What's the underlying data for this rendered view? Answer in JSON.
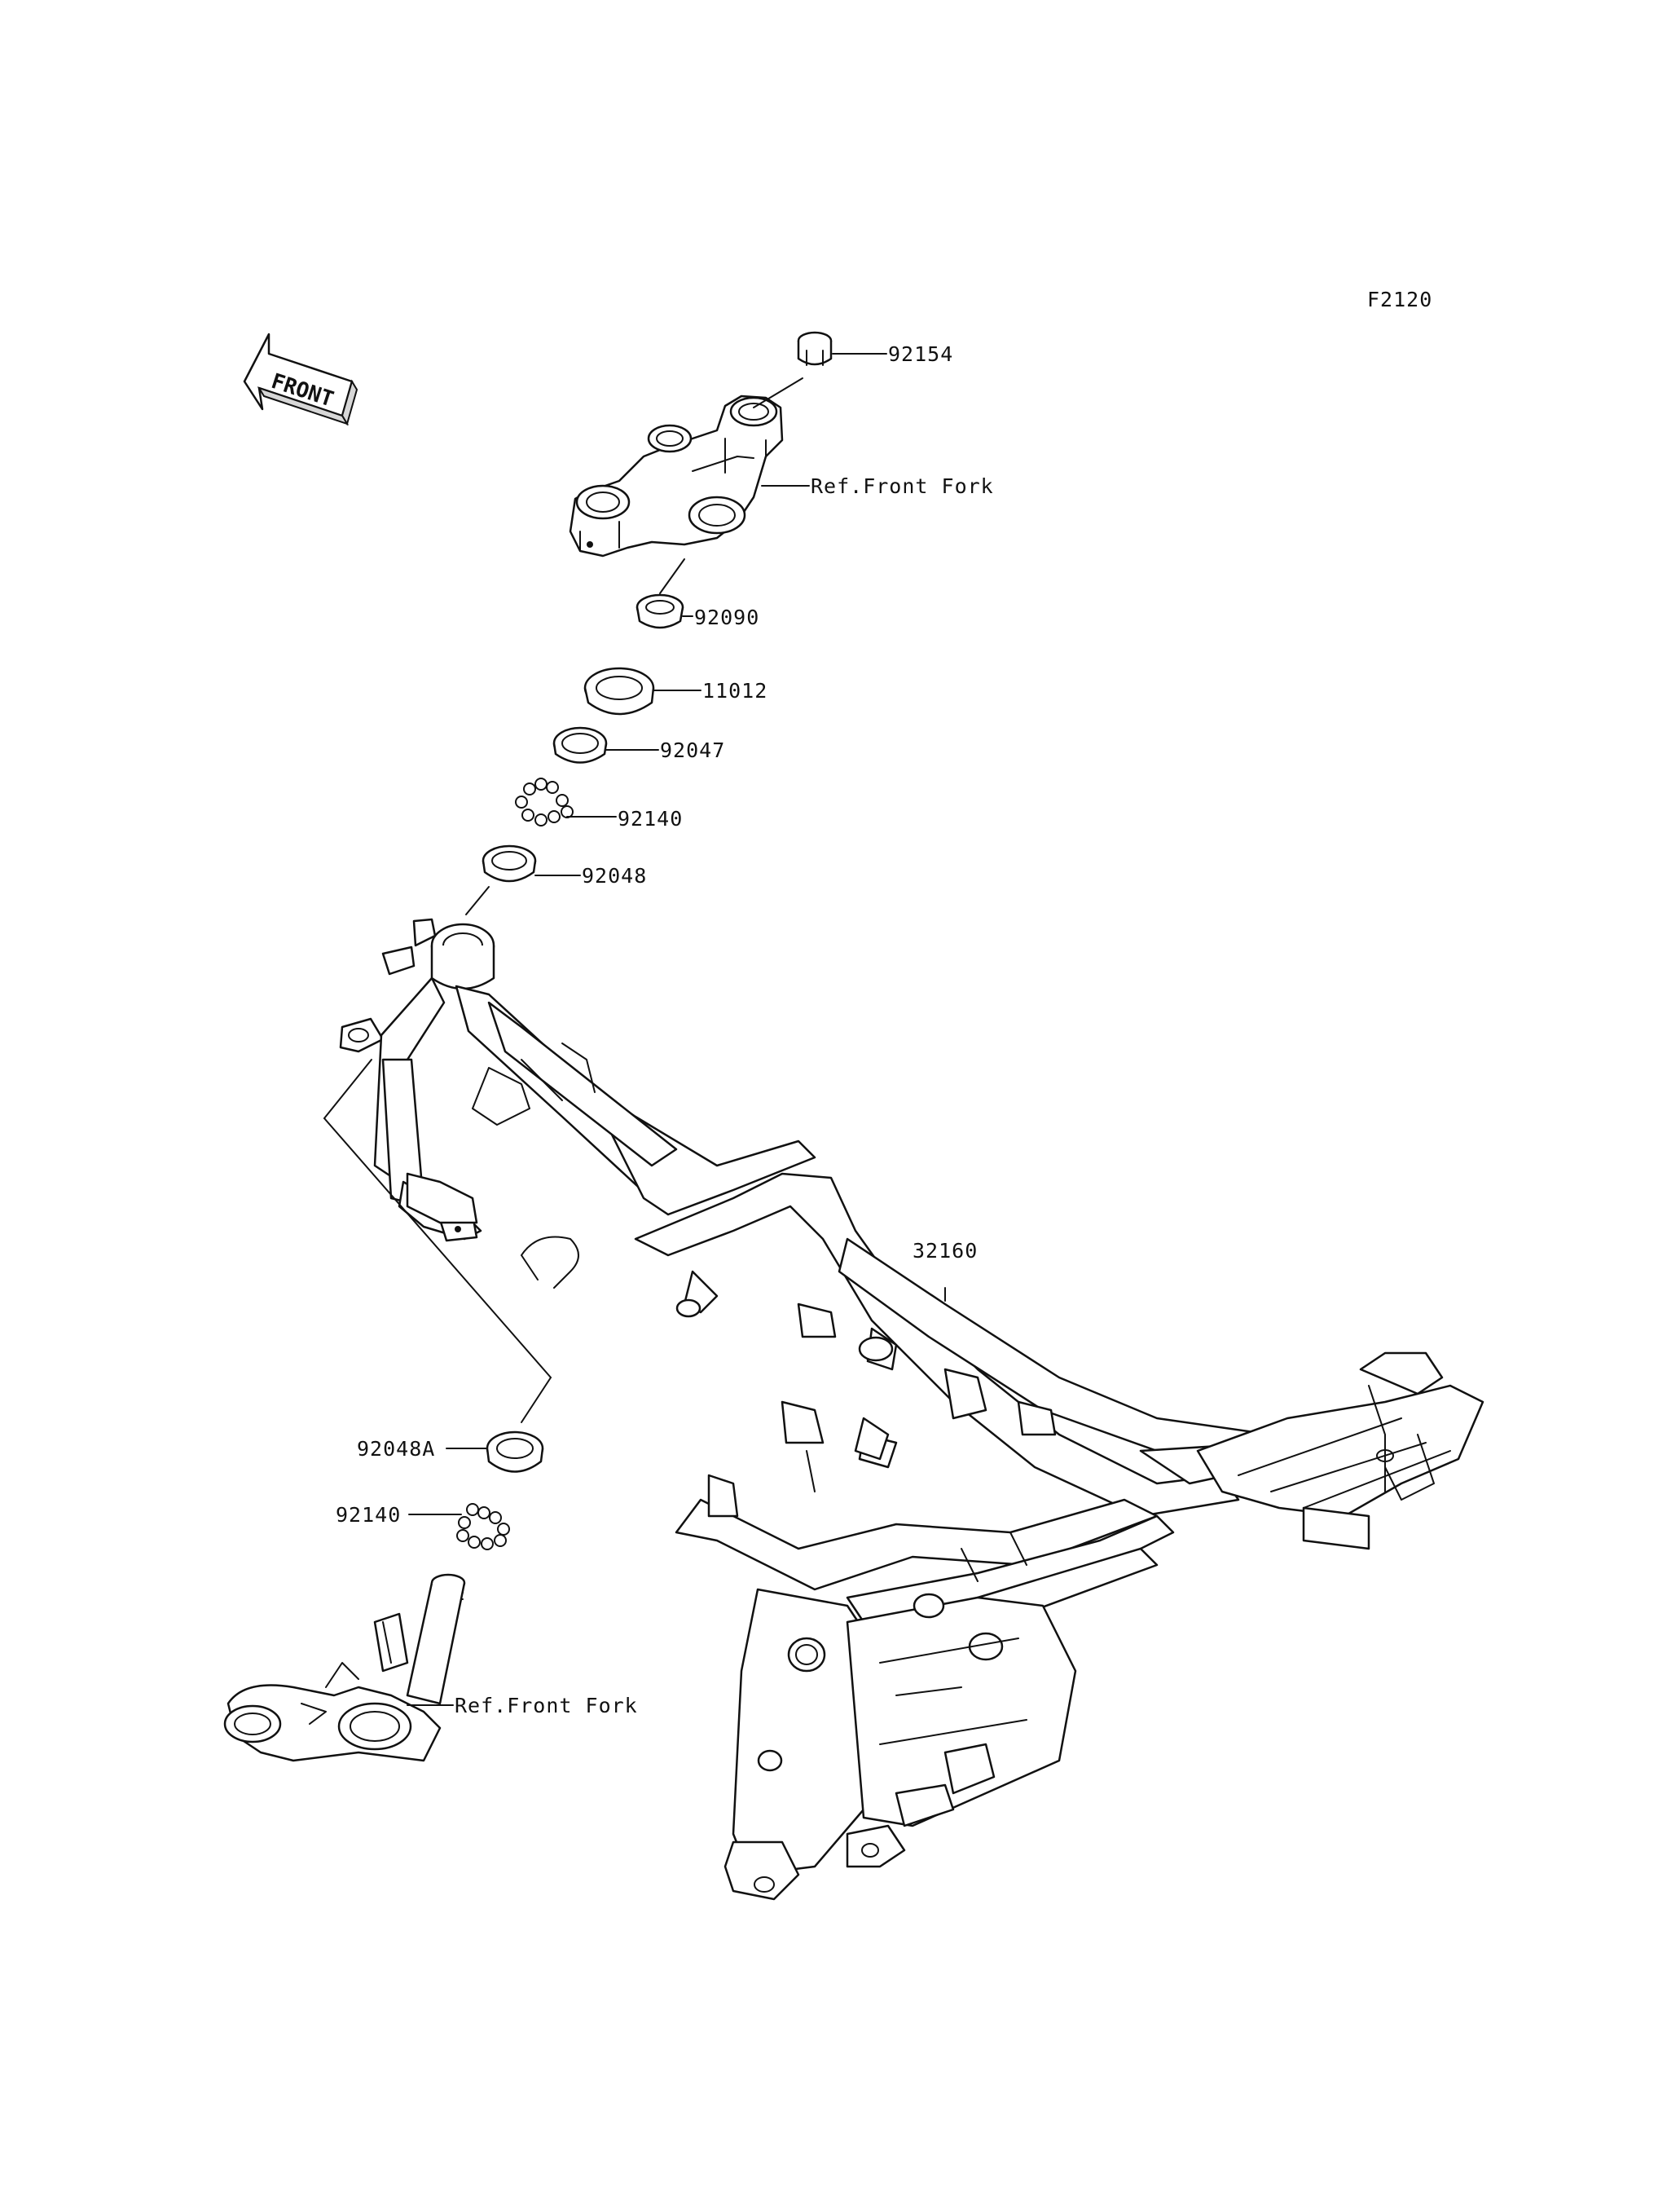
{
  "figure_code": "F2120",
  "front_arrow": {
    "text": "FRONT",
    "icon": "front-direction-arrow-icon"
  },
  "callouts": {
    "p92154": "92154",
    "ref_front_fork_upper": "Ref.Front Fork",
    "p92090": "92090",
    "p11012": "11012",
    "p92047": "92047",
    "p92140_upper": "92140",
    "p92048": "92048",
    "p32160": "32160",
    "p92048A": "92048A",
    "p92140_lower": "92140",
    "ref_front_fork_lower": "Ref.Front Fork"
  }
}
